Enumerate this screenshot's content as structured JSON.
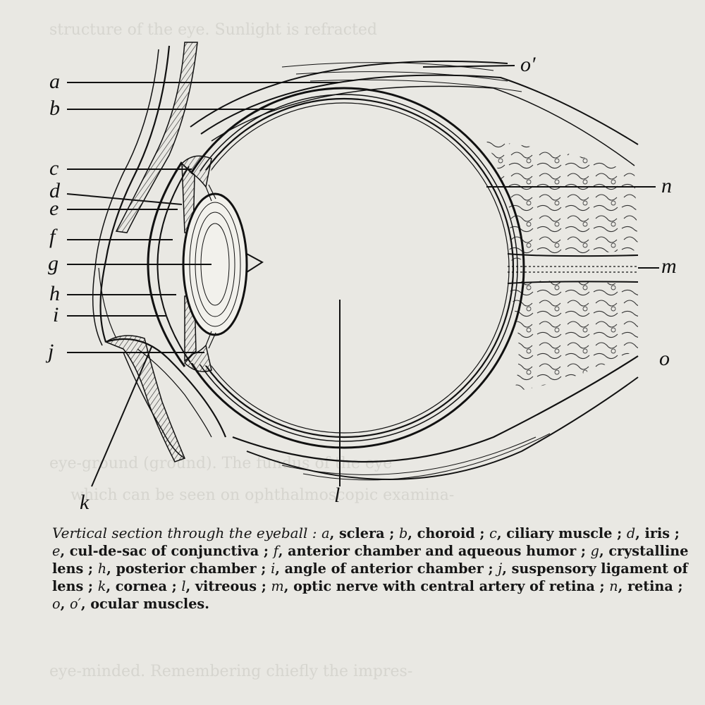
{
  "background": "#e9e8e3",
  "ink": "#111111",
  "diagram": {
    "labels": {
      "a": "a",
      "b": "b",
      "c": "c",
      "d": "d",
      "e": "e",
      "f": "f",
      "g": "g",
      "h": "h",
      "i": "i",
      "j": "j",
      "k": "k",
      "l": "l",
      "m": "m",
      "n": "n",
      "o": "o",
      "o_prime": "o′"
    }
  },
  "caption": {
    "title": "Vertical section through the eyeball :",
    "entries": [
      {
        "key": "a",
        "text": "sclera"
      },
      {
        "key": "b",
        "text": "choroid"
      },
      {
        "key": "c",
        "text": "ciliary muscle"
      },
      {
        "key": "d",
        "text": "iris"
      },
      {
        "key": "e",
        "text": "cul-de-sac of conjunctiva"
      },
      {
        "key": "f",
        "text": "anterior chamber and aqueous humor"
      },
      {
        "key": "g",
        "text": "crystalline lens"
      },
      {
        "key": "h",
        "text": "posterior chamber"
      },
      {
        "key": "i",
        "text": "angle of anterior chamber"
      },
      {
        "key": "j",
        "text": "suspensory ligament of lens"
      },
      {
        "key": "k",
        "text": "cornea"
      },
      {
        "key": "l",
        "text": "vitreous"
      },
      {
        "key": "m",
        "text": "optic nerve with central artery of retina"
      },
      {
        "key": "n",
        "text": "retina"
      },
      {
        "key": "o",
        "text": "o′"
      },
      {
        "key": "o_text",
        "text": "ocular muscles."
      }
    ]
  },
  "bleed_through": [
    "structure of the eye. Sunlight is refracted",
    "eye-ground (ground). The fundus of the eye",
    "which can be seen on ophthalmoscopic examina-",
    "eye-minded. Remembering chiefly the impres-"
  ]
}
